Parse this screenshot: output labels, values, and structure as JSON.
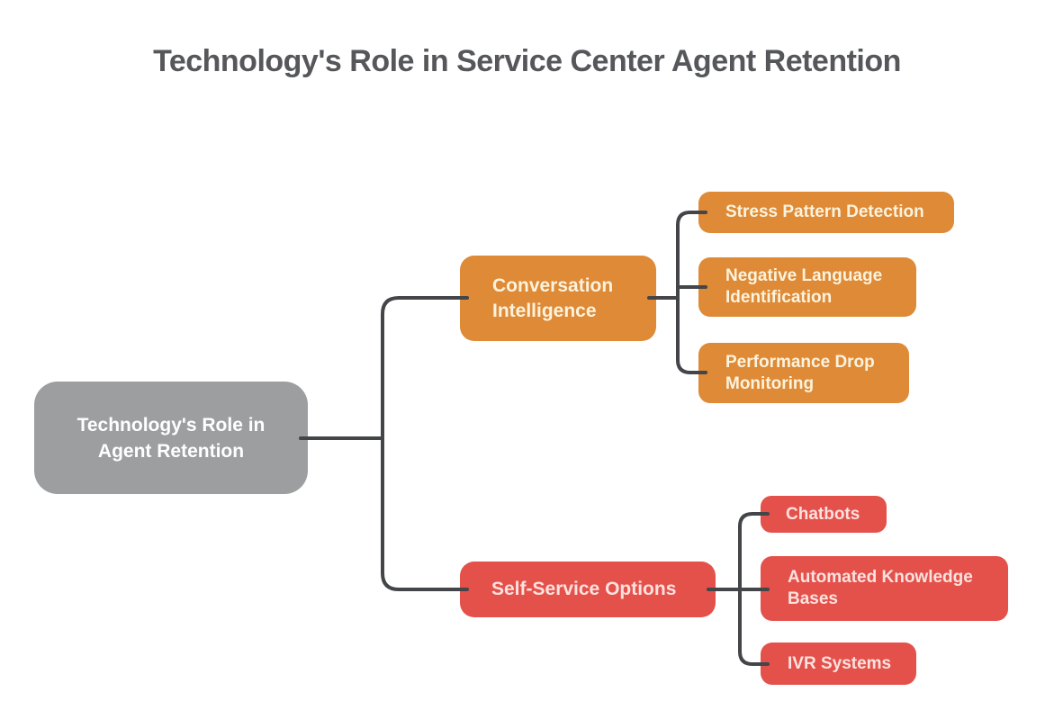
{
  "title": "Technology's Role in Service Center Agent Retention",
  "colors": {
    "background": "#FFFFFF",
    "title_text": "#56575B",
    "connector": "#434549",
    "root_fill": "#9D9EA0",
    "root_text": "#FFFFFF",
    "branch1_fill": "#DE8A36",
    "branch1_text": "#FCF3DE",
    "branch2_fill": "#E4514B",
    "branch2_text": "#FCE2DF"
  },
  "mindmap": {
    "connector_color": "#434549",
    "root": {
      "label": "Technology's Role in Agent Retention",
      "color": "#9D9EA0",
      "text_color": "#FFFFFF"
    },
    "branches": [
      {
        "label": "Conversation Intelligence",
        "color": "#DE8A36",
        "text_color": "#FCF3DE",
        "children": [
          {
            "label": "Stress Pattern Detection"
          },
          {
            "label": "Negative Language Identification"
          },
          {
            "label": "Performance Drop Monitoring"
          }
        ]
      },
      {
        "label": "Self-Service Options",
        "color": "#E4514B",
        "text_color": "#FCE2DF",
        "children": [
          {
            "label": "Chatbots"
          },
          {
            "label": "Automated Knowledge Bases"
          },
          {
            "label": "IVR Systems"
          }
        ]
      }
    ]
  }
}
